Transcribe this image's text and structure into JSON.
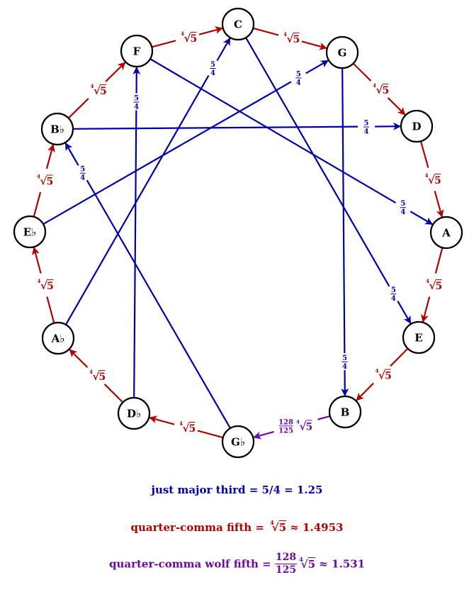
{
  "colors": {
    "fifth": "#b00000",
    "third": "#0000a8",
    "wolf": "#6a0aa0",
    "node": "#000000"
  },
  "nodes": [
    {
      "id": "C",
      "label": "C"
    },
    {
      "id": "G",
      "label": "G"
    },
    {
      "id": "D",
      "label": "D"
    },
    {
      "id": "A",
      "label": "A"
    },
    {
      "id": "E",
      "label": "E"
    },
    {
      "id": "B",
      "label": "B"
    },
    {
      "id": "Gb",
      "label": "G♭"
    },
    {
      "id": "Db",
      "label": "D♭"
    },
    {
      "id": "Ab",
      "label": "A♭"
    },
    {
      "id": "Eb",
      "label": "E♭"
    },
    {
      "id": "Bb",
      "label": "B♭"
    },
    {
      "id": "F",
      "label": "F"
    }
  ],
  "edges": [
    {
      "from": "F",
      "to": "C",
      "type": "fifth",
      "label": {
        "root_index": "4",
        "radicand": "5"
      }
    },
    {
      "from": "C",
      "to": "G",
      "type": "fifth",
      "label": {
        "root_index": "4",
        "radicand": "5"
      }
    },
    {
      "from": "G",
      "to": "D",
      "type": "fifth",
      "label": {
        "root_index": "4",
        "radicand": "5"
      }
    },
    {
      "from": "D",
      "to": "A",
      "type": "fifth",
      "label": {
        "root_index": "4",
        "radicand": "5"
      }
    },
    {
      "from": "A",
      "to": "E",
      "type": "fifth",
      "label": {
        "root_index": "4",
        "radicand": "5"
      }
    },
    {
      "from": "E",
      "to": "B",
      "type": "fifth",
      "label": {
        "root_index": "4",
        "radicand": "5"
      }
    },
    {
      "from": "B",
      "to": "Gb",
      "type": "wolf",
      "label": {
        "numerator": "128",
        "denominator": "125",
        "root_index": "4",
        "radicand": "5"
      }
    },
    {
      "from": "Gb",
      "to": "Db",
      "type": "fifth",
      "label": {
        "root_index": "4",
        "radicand": "5"
      }
    },
    {
      "from": "Db",
      "to": "Ab",
      "type": "fifth",
      "label": {
        "root_index": "4",
        "radicand": "5"
      }
    },
    {
      "from": "Ab",
      "to": "Eb",
      "type": "fifth",
      "label": {
        "root_index": "4",
        "radicand": "5"
      }
    },
    {
      "from": "Eb",
      "to": "Bb",
      "type": "fifth",
      "label": {
        "root_index": "4",
        "radicand": "5"
      }
    },
    {
      "from": "Bb",
      "to": "F",
      "type": "fifth",
      "label": {
        "root_index": "4",
        "radicand": "5"
      }
    },
    {
      "from": "Bb",
      "to": "D",
      "type": "third",
      "label": {
        "numerator": "5",
        "denominator": "4"
      }
    },
    {
      "from": "F",
      "to": "A",
      "type": "third",
      "label": {
        "numerator": "5",
        "denominator": "4"
      }
    },
    {
      "from": "C",
      "to": "E",
      "type": "third",
      "label": {
        "numerator": "5",
        "denominator": "4"
      }
    },
    {
      "from": "G",
      "to": "B",
      "type": "third",
      "label": {
        "numerator": "5",
        "denominator": "4"
      }
    },
    {
      "from": "Db",
      "to": "F",
      "type": "third",
      "label": {
        "numerator": "5",
        "denominator": "4"
      }
    },
    {
      "from": "Ab",
      "to": "C",
      "type": "third",
      "label": {
        "numerator": "5",
        "denominator": "4"
      }
    },
    {
      "from": "Eb",
      "to": "G",
      "type": "third",
      "label": {
        "numerator": "5",
        "denominator": "4"
      }
    },
    {
      "from": "Gb",
      "to": "Bb",
      "type": "third",
      "label": {
        "numerator": "5",
        "denominator": "4"
      }
    }
  ],
  "legend": {
    "third": {
      "text": "just major third = 5/4 = 1.25"
    },
    "fifth": {
      "prefix": "quarter-comma fifth = ",
      "root_index": "4",
      "radicand": "5",
      "suffix": " ≈ 1.4953"
    },
    "wolf": {
      "prefix": "quarter-comma wolf fifth = ",
      "numerator": "128",
      "denominator": "125",
      "root_index": "4",
      "radicand": "5",
      "suffix": " ≈ 1.531"
    }
  }
}
